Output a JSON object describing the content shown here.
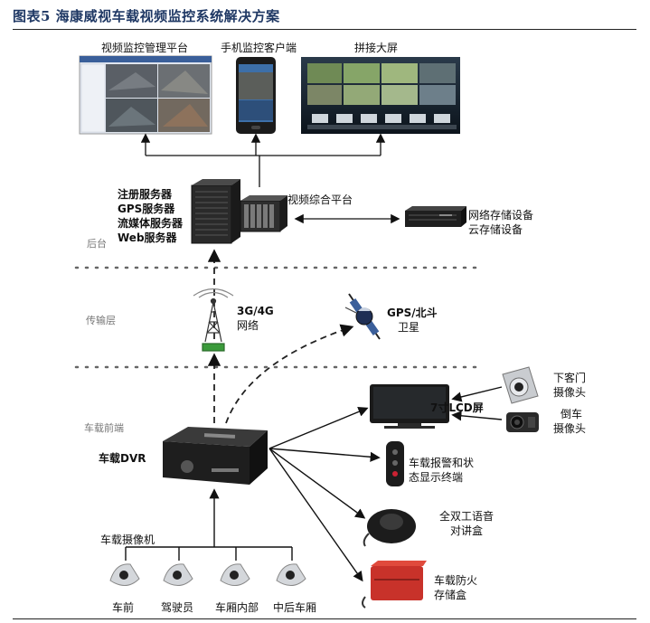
{
  "figure_title": "图表5 海康威视车载视频监控系统解决方案",
  "top_row": {
    "platform": "视频监控管理平台",
    "mobile": "手机监控客户端",
    "wall": "拼接大屏"
  },
  "backend": {
    "servers": [
      "注册服务器",
      "GPS服务器",
      "流媒体服务器",
      "Web服务器"
    ],
    "layer_label": "后台",
    "integrated_platform": "视频综合平台",
    "storage": [
      "网络存储设备",
      "云存储设备"
    ]
  },
  "transport": {
    "layer_label": "传输层",
    "network": [
      "3G/4G",
      "网络"
    ],
    "gps": [
      "GPS/北斗",
      "卫星"
    ]
  },
  "vehicle": {
    "layer_label": "车载前端",
    "dvr": "车载DVR",
    "lcd": "7寸LCD屏",
    "door_cam": [
      "下客门",
      "摄像头"
    ],
    "rear_cam": [
      "倒车",
      "摄像头"
    ],
    "alarm": [
      "车载报警和状",
      "态显示终端"
    ],
    "intercom": [
      "全双工语音",
      "对讲盒"
    ],
    "firebox": [
      "车载防火",
      "存储盒"
    ],
    "camera_group": "车载摄像机",
    "cameras": [
      "车前",
      "驾驶员",
      "车厢内部",
      "中后车厢"
    ]
  }
}
